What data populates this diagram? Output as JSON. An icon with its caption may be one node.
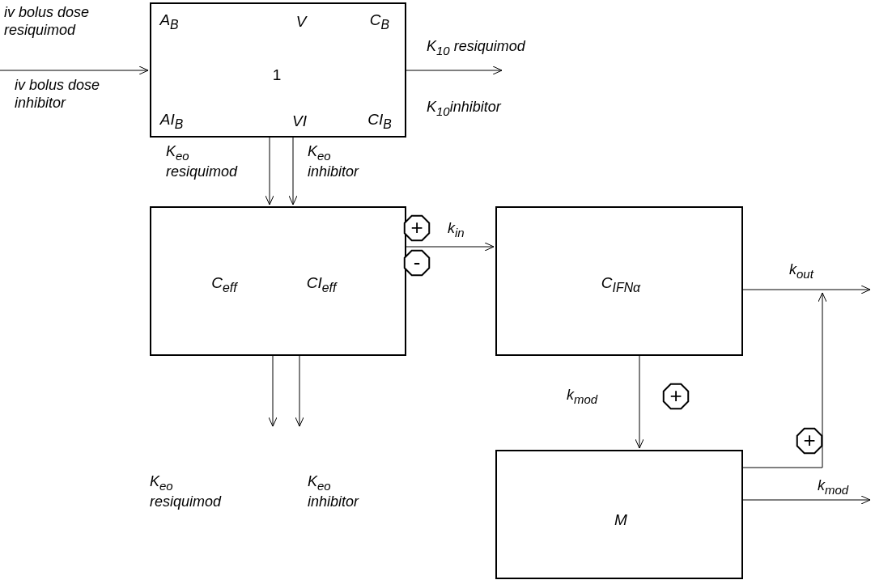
{
  "diagram": {
    "nodes": [
      {
        "text": [
          "A$_{B}$",
          "V",
          "C$_{B}$",
          "1",
          "AI$_{B}$",
          "VI",
          "CI$_{B}$"
        ]
      },
      {
        "text": [
          "C$_{eff}$",
          "CI$_{eff}$"
        ]
      },
      {
        "text": [
          "C$_{IFNα}$"
        ]
      },
      {
        "text": [
          "M"
        ]
      },
      {
        "text": [
          "+"
        ]
      },
      {
        "text": [
          "-"
        ]
      },
      {
        "text": [
          "+"
        ]
      },
      {
        "text": [
          "+"
        ]
      }
    ],
    "edges": [
      {
        "from": null,
        "to": 0,
        "arrow": "to",
        "label": "iv bolus dose resiquimod"
      },
      {
        "from": 0,
        "to": null,
        "arrow": "to",
        "label": "K$_{10}$ resiquimod"
      },
      {
        "from": 0,
        "to": 1,
        "arrow": "to",
        "label": "K$_{eo}$ resiquimod"
      },
      {
        "from": 0,
        "to": 1,
        "arrow": "to",
        "label": "K$_{eo}$ inhibitor"
      },
      {
        "from": 1,
        "to": null,
        "arrow": "to",
        "label": "K$_{eo}$ resiquimod"
      },
      {
        "from": 1,
        "to": null,
        "arrow": "to",
        "label": "K$_{eo}$ inhibitor"
      },
      {
        "from": 1,
        "to": 2,
        "arrow": "to",
        "label": "k$_{in}$"
      },
      {
        "from": 2,
        "to": null,
        "arrow": "to",
        "label": "k$_{out}$"
      },
      {
        "from": 2,
        "to": 3,
        "arrow": "to",
        "label": "k$_{mod}$"
      },
      {
        "from": 3,
        "to": null,
        "arrow": "to"
      },
      {
        "from": 3,
        "to": null,
        "arrow": "to",
        "label": "k$_{mod}$"
      }
    ],
    "labels": [
      "iv bolus dose inhibitor",
      "K$_{10}$inhibitor"
    ]
  }
}
